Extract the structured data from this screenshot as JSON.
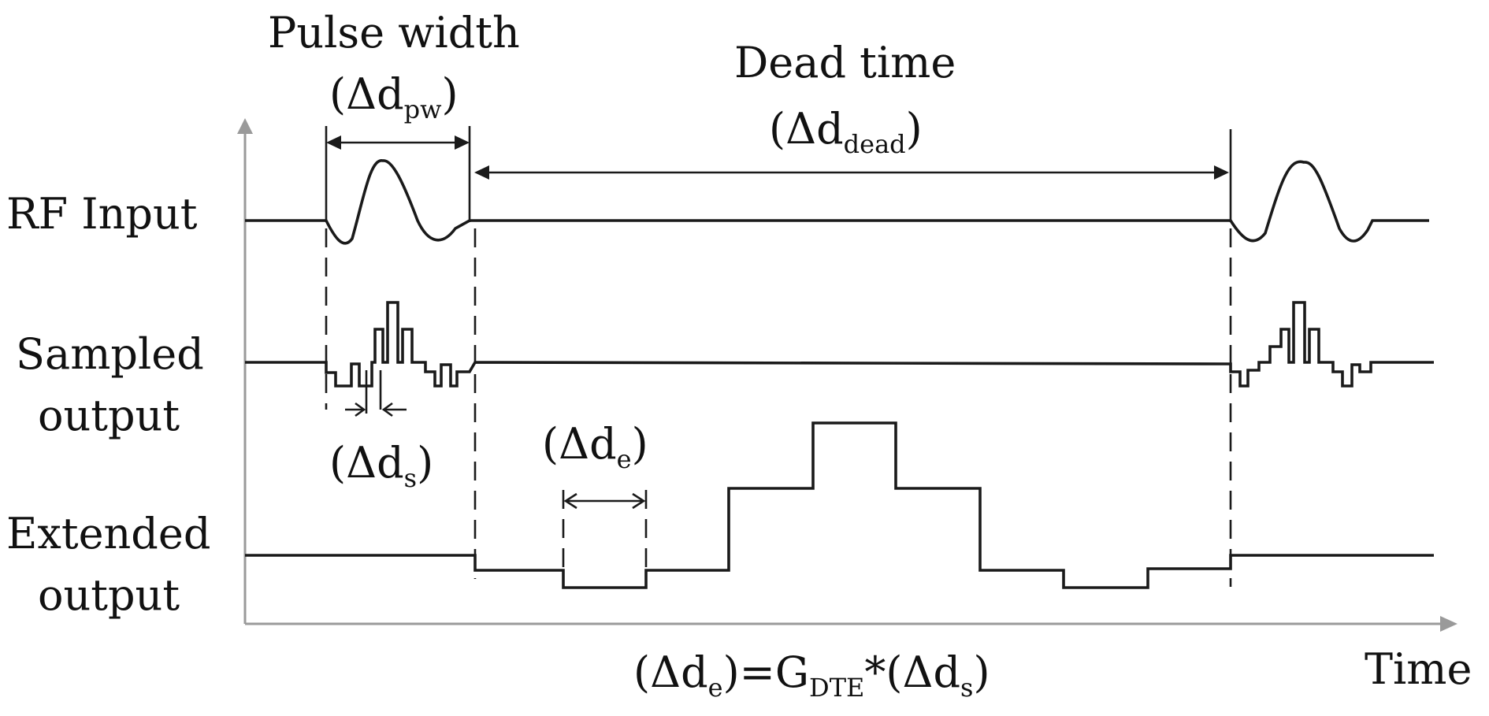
{
  "labels": {
    "pulse_width": "Pulse width",
    "pulse_width_symbol": "(Δd",
    "pulse_width_sub": "pw",
    "dead_time": "Dead time",
    "dead_time_symbol": "(Δd",
    "dead_time_sub": "dead",
    "rows": {
      "rf_input": "RF Input",
      "sampled_line1": "Sampled",
      "sampled_line2": "output",
      "extended_line1": "Extended",
      "extended_line2": "output"
    },
    "ds_symbol": "(Δd",
    "ds_sub": "s",
    "de_symbol": "(Δd",
    "de_sub": "e",
    "time_axis": "Time",
    "equation": {
      "part1": "(Δd",
      "sub1": "e",
      "part2": ")=G",
      "sub2": "DTE",
      "part3": "*(Δd",
      "sub3": "s"
    },
    "close_paren": ")"
  }
}
